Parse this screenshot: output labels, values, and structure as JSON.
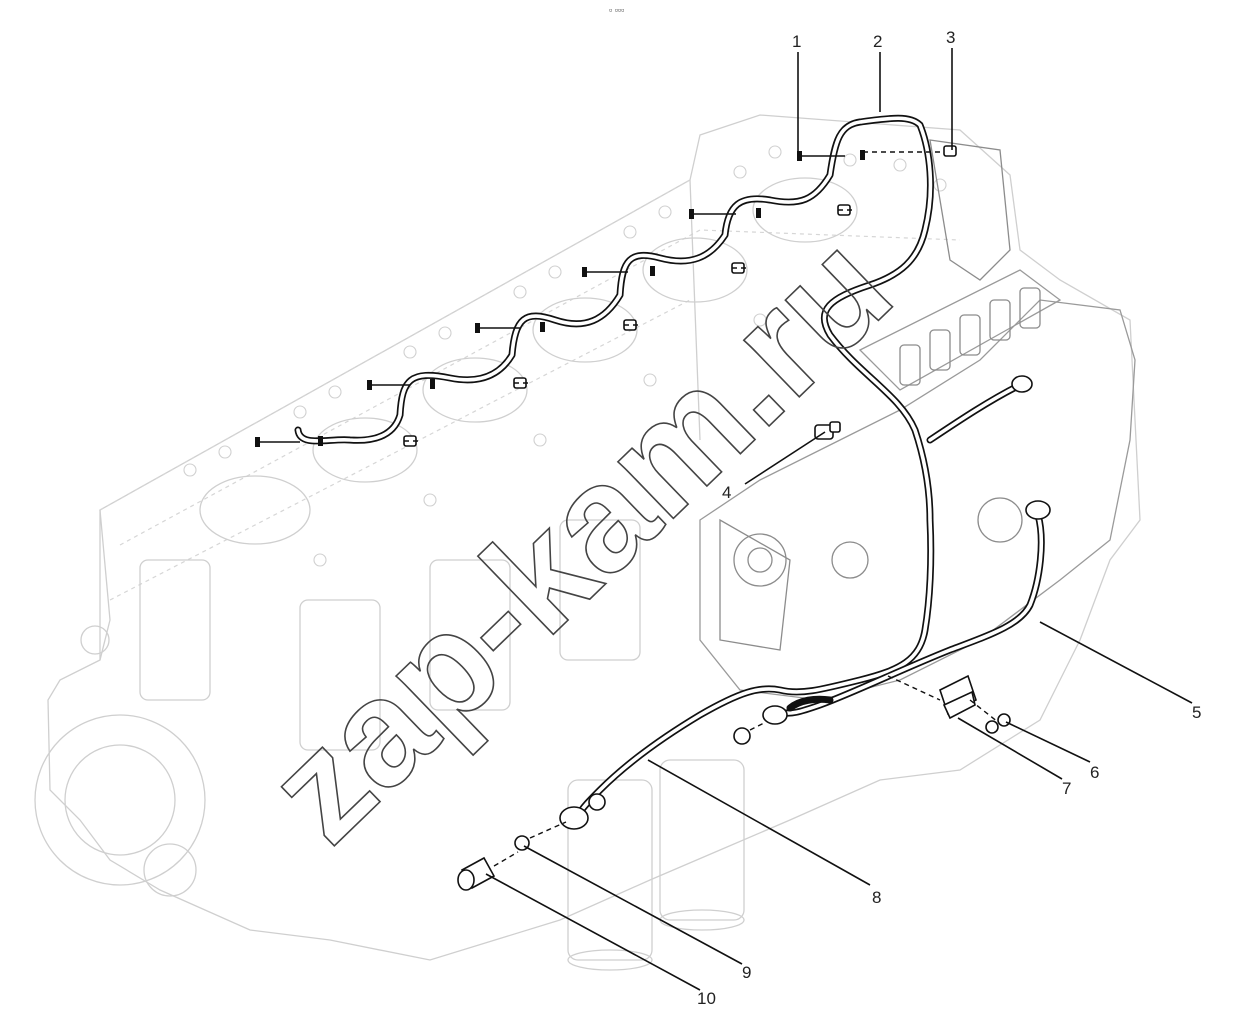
{
  "header": {
    "top_mark": "▫ ▫▫▫"
  },
  "watermark": "zap-kam.ru",
  "callouts": [
    {
      "id": 1,
      "label": "1"
    },
    {
      "id": 2,
      "label": "2"
    },
    {
      "id": 3,
      "label": "3"
    },
    {
      "id": 4,
      "label": "4"
    },
    {
      "id": 5,
      "label": "5"
    },
    {
      "id": 6,
      "label": "6"
    },
    {
      "id": 7,
      "label": "7"
    },
    {
      "id": 8,
      "label": "8"
    },
    {
      "id": 9,
      "label": "9"
    },
    {
      "id": 10,
      "label": "10"
    }
  ]
}
